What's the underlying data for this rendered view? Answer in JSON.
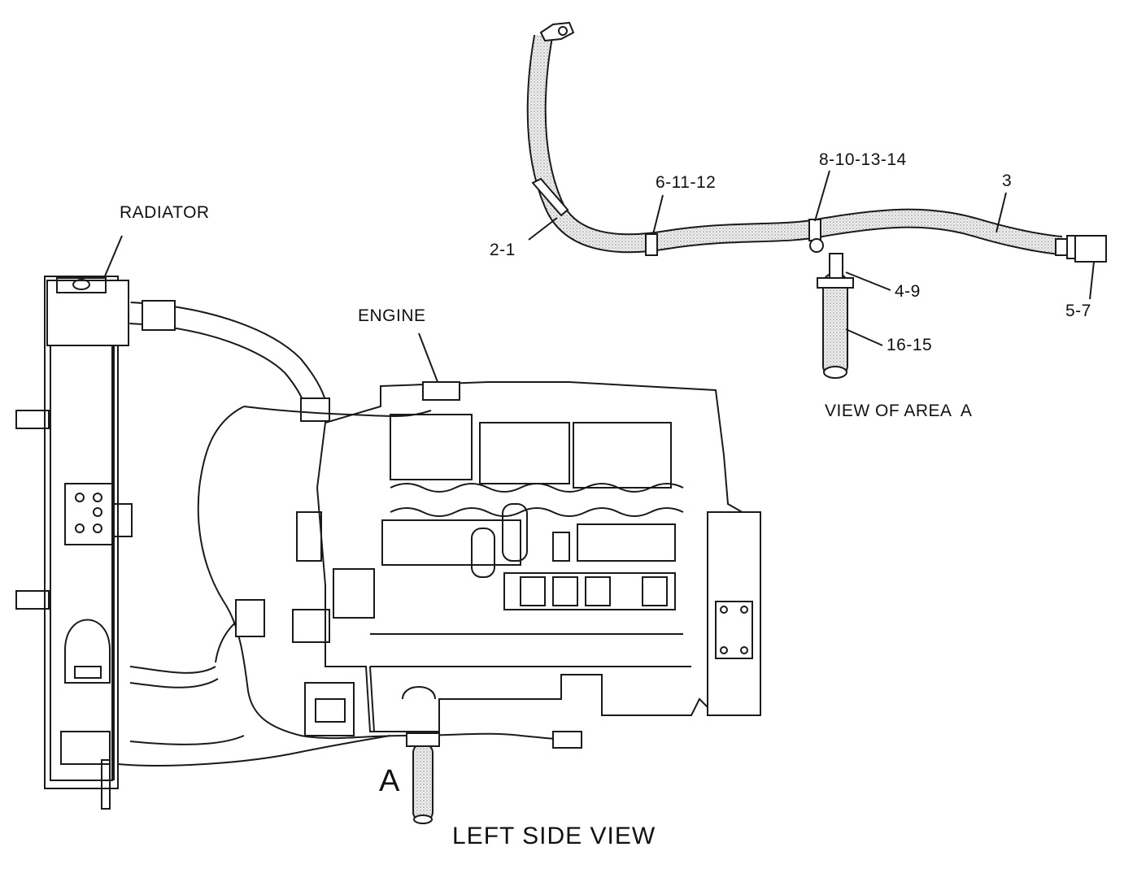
{
  "labels": {
    "radiator": "RADIATOR",
    "engine": "ENGINE",
    "area_a": "A",
    "left_side_view": "LEFT SIDE VIEW",
    "view_of_area_a": "VIEW OF AREA  A",
    "callout_2_1": "2-1",
    "callout_6_11_12": "6-11-12",
    "callout_8_10_13_14": "8-10-13-14",
    "callout_3": "3",
    "callout_4_9": "4-9",
    "callout_16_15": "16-15",
    "callout_5_7": "5-7"
  },
  "colors": {
    "line": "#1a1a1a",
    "hose_fill": "#d9d9d9",
    "background": "#ffffff"
  }
}
